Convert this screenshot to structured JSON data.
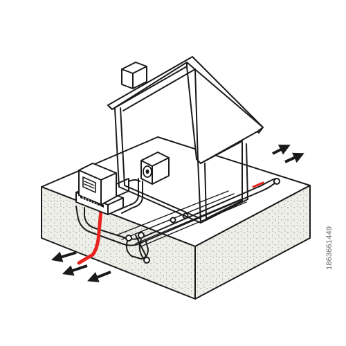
{
  "stock_id": "1863661449",
  "colors": {
    "line": "#1a1a1a",
    "loop": "#e8231f",
    "soil": "#efefe9",
    "soil_dots": "#8a8a86",
    "background": "#ffffff"
  },
  "icons": {
    "house": "house-outline",
    "heat_pump": "heat-pump-unit",
    "control_box": "control-box",
    "arrows": "heat-flow-arrow"
  }
}
